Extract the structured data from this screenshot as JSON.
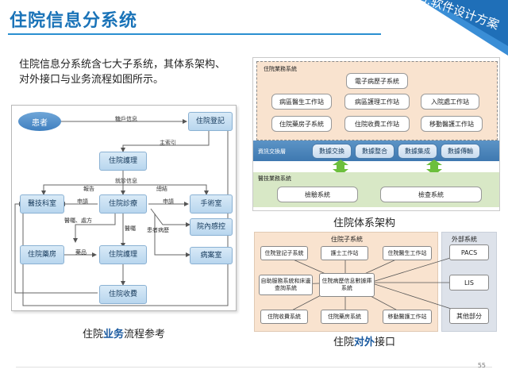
{
  "slide": {
    "title": "住院信息分系统",
    "section_tag": "四.软件设计方案",
    "intro": "住院信息分系统含七大子系统，其体系架构、对外接口与业务流程如图所示。",
    "page_number": "55",
    "accent_color": "#1a73b8"
  },
  "flow": {
    "caption_pre": "住院",
    "caption_bold": "业务",
    "caption_post": "流程参考",
    "nodes": {
      "patient": "患者",
      "register": "住院登記",
      "nursing_top": "住院護理",
      "diagnosis": "住院診療",
      "medtech": "醫技科室",
      "surgery": "手術室",
      "infection": "院內感控",
      "pharmacy": "住院藥房",
      "nursing_mid": "住院護理",
      "records": "病案室",
      "billing": "住院收費"
    },
    "edges": {
      "intake": "糖戶信息",
      "master": "主索引",
      "diag_info": "就診信息",
      "report": "報告",
      "apply_left": "申請",
      "apply_right": "申請",
      "summary": "總結",
      "orders": "醫囑、處方",
      "orders2": "醫囑",
      "case_hist": "患者病歷",
      "drugs": "藥品"
    }
  },
  "architecture": {
    "caption": "住院体系架构",
    "business_layer": {
      "label": "住院業務系統",
      "items": [
        "電子病歷子系統",
        "病區醫生工作站",
        "病區護理工作站",
        "入院處工作站",
        "住院藥房子系統",
        "住院收費工作站",
        "移動醫護工作站"
      ]
    },
    "exchange_layer": {
      "label": "資訊交換層",
      "items": [
        "數據交換",
        "數據整合",
        "數據集成",
        "數據傳輸"
      ]
    },
    "medtech_layer": {
      "label": "醫技業務系統",
      "items": [
        "檢驗系統",
        "檢查系統"
      ]
    }
  },
  "interfaces": {
    "caption_pre": "住院",
    "caption_bold": "对外",
    "caption_post": "接口",
    "sub_label": "住院子系統",
    "ext_label": "外部系統",
    "center": "住院病歷信息數據庫系統",
    "subsystems": [
      "住院登記子系統",
      "護士工作站",
      "住院醫生工作站",
      "自助服務系統和床邊查詢系統",
      "住院收費系統",
      "住院藥房系統",
      "移動醫護工作站"
    ],
    "external": [
      "PACS",
      "LIS",
      "其他部分"
    ]
  }
}
